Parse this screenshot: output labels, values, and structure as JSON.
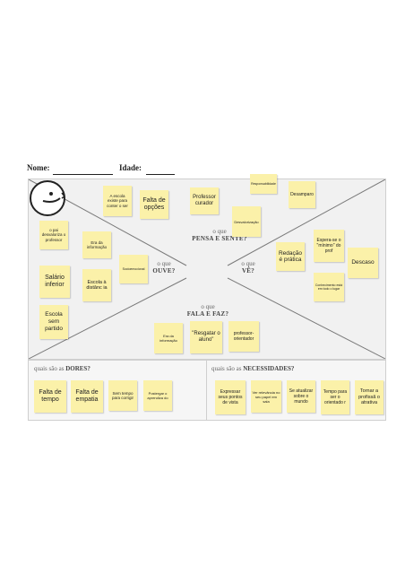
{
  "header": {
    "name_label": "Nome:",
    "age_label": "Idade:"
  },
  "zones": {
    "thinks": {
      "prefix": "o que",
      "title": "PENSA E SENTE?"
    },
    "hears": {
      "prefix": "o que",
      "title": "OUVE?"
    },
    "sees": {
      "prefix": "o que",
      "title": "VÊ?"
    },
    "says": {
      "prefix": "o que",
      "title": "FALA E FAZ?"
    }
  },
  "bottom": {
    "pains_prefix": "quais são as",
    "pains_title": "DORES?",
    "needs_prefix": "quais são as",
    "needs_title": "NECESSIDADES?"
  },
  "notes": {
    "top": [
      "A escola existe para conter o ser",
      "Falta de opções",
      "Professor curador",
      "Responsabilidade",
      "Desvalorização",
      "Desamparo"
    ],
    "left": [
      "o pai desvaloriza o professor",
      "Era da informação",
      "Socioemocional",
      "Salário inferior",
      "Escola à distânc ia",
      "Escola sem partido"
    ],
    "right": [
      "Redação é prática",
      "Espera-se o \"mínimo\" do prof",
      "Descaso",
      "Conhecimento está em todo o lugar"
    ],
    "bottom": [
      "Era da informação",
      "\"Resgatar o aluno\"",
      "professor-orientador"
    ],
    "pains": [
      "Falta de tempo",
      "Falta de empatia",
      "Sem tempo para corrigir",
      "Postergar o aprendiza do"
    ],
    "needs": [
      "Expressar seus pontos de vista",
      "Ver relevância no seu papel em sala",
      "Se atualizar sobre o mundo",
      "Tempo para ser o orientado r",
      "Tornar a profissã o atrativa"
    ]
  }
}
